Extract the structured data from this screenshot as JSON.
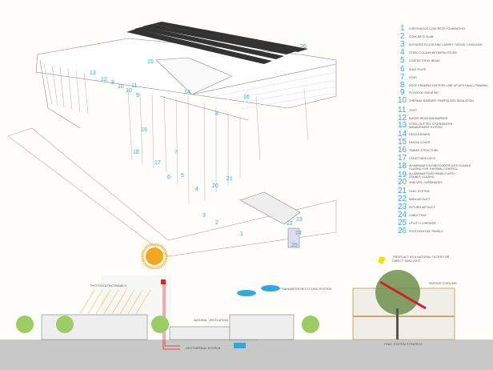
{
  "axonometric": {
    "callouts": [
      "1",
      "2",
      "3",
      "4",
      "5",
      "6",
      "7",
      "8",
      "9",
      "10",
      "11",
      "12",
      "13",
      "14",
      "15",
      "16",
      "17",
      "18",
      "19",
      "20",
      "21",
      "22",
      "23",
      "24",
      "25",
      "26",
      "9",
      "10"
    ]
  },
  "legend": [
    {
      "num": "1",
      "text": [
        "CONTINUOUS CONCRETE FOUNDATION"
      ]
    },
    {
      "num": "2",
      "text": [
        "CONCRETE SLAB"
      ]
    },
    {
      "num": "3",
      "text": [
        "ELEVATED FLOOR AND CARPET / WOOD / LINOLEUM"
      ]
    },
    {
      "num": "4",
      "text": [
        "STEEL COLUMN BETWEEN STUDS"
      ]
    },
    {
      "num": "5",
      "text": [
        "COATED STEEL BEAM"
      ]
    },
    {
      "num": "6",
      "text": [
        "SOLE PLATE"
      ]
    },
    {
      "num": "7",
      "text": [
        "STUD"
      ]
    },
    {
      "num": "8",
      "text": [
        "ROOF FRAMING RAFTERS LINE UP WITH WALL FRAMING"
      ]
    },
    {
      "num": "9",
      "text": [
        "PLYWOOD SHEATING"
      ]
    },
    {
      "num": "10",
      "text": [
        "THERMAL BARRIER: FIBERGLASS INSULATION"
      ]
    },
    {
      "num": "11",
      "text": [
        "JOIST"
      ]
    },
    {
      "num": "12",
      "text": [
        "WATER RESISTAN BARRIER"
      ]
    },
    {
      "num": "13",
      "text": [
        "STEEL GUTTER: STORMWATER",
        "MANAGEMENT SYSTEM"
      ]
    },
    {
      "num": "14",
      "text": [
        "FASCIA BOARD"
      ]
    },
    {
      "num": "15",
      "text": [
        "FASCIA COVER"
      ]
    },
    {
      "num": "16",
      "text": [
        "TIMBER STRUCTURE"
      ]
    },
    {
      "num": "17",
      "text": [
        "COURTYARD DECK"
      ]
    },
    {
      "num": "18",
      "text": [
        "ALUMINIUM FOLDING DOORS WITH DOUBLE",
        "GLAZING FOR THERMAL CONTROL"
      ]
    },
    {
      "num": "19",
      "text": [
        "ALUMINIUM FIXED PANELS WITH",
        "DOUBLE GLAZING"
      ]
    },
    {
      "num": "20",
      "text": [
        "SHELVES / SUNSHADES"
      ]
    },
    {
      "num": "21",
      "text": [
        "HVAC SYSTEM"
      ]
    },
    {
      "num": "22",
      "text": [
        "MAIN AIR DUCT"
      ]
    },
    {
      "num": "23",
      "text": [
        "RETURN AIR DUCT"
      ]
    },
    {
      "num": "24",
      "text": [
        "CABLE TRAY"
      ]
    },
    {
      "num": "25",
      "text": [
        "UTILITY CORRIDOR"
      ]
    },
    {
      "num": "26",
      "text": [
        "PHOTOVOLTAIC PANELS"
      ]
    }
  ],
  "section": {
    "photovoltaic": "PHOTOVOLTAIC PANELS",
    "rainwater": "RAINWATER RECYCLING SYSTEM",
    "ventilation": "NATURAL VENTILATION",
    "geothermal": "GEOTHERMAL SYSTEM"
  },
  "detail": {
    "trees": [
      "TREES ACT AS A NATURAL FILTER FOR",
      "DIRECT SUN LIGHT"
    ],
    "cooling": "PASSIVE COOLING",
    "hvac": "HVAC SYSTEM STRATEGY"
  },
  "colors": {
    "accent": "#3aa6d8",
    "sun": "#f5a623",
    "tree": "#9ccc65",
    "ground": "#c8c8c8",
    "heat": "#e02020"
  }
}
